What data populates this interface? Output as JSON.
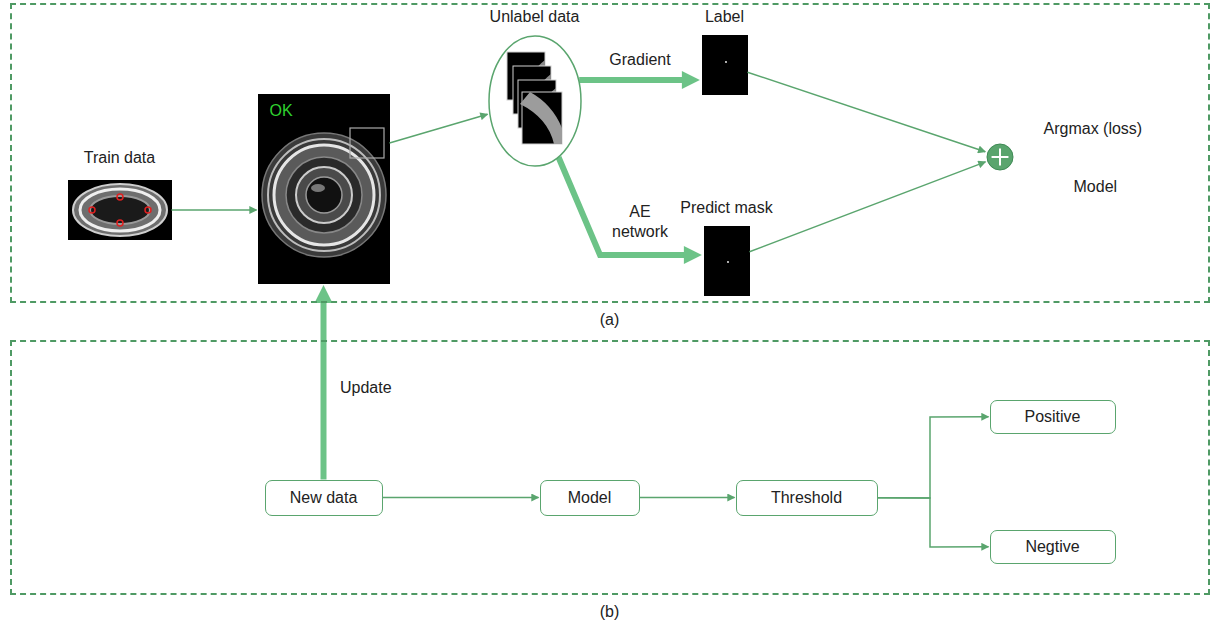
{
  "diagram": {
    "nodes": [
      {
        "text": [
          "(a)"
        ]
      },
      {
        "text": [
          "Train data"
        ],
        "in": 0
      },
      {
        "text": [
          "OK"
        ],
        "in": 0
      },
      {
        "text": [
          "Unlabel data"
        ],
        "in": 0
      },
      {
        "text": [
          "Label"
        ],
        "in": 0
      },
      {
        "text": [
          "Predict mask"
        ],
        "in": 0
      },
      {
        "text": [
          "Argmax (loss)",
          "Model"
        ],
        "in": 0
      },
      {
        "text": [
          "(b)"
        ]
      },
      {
        "text": [
          "New data"
        ],
        "in": 7
      },
      {
        "text": [
          "Model"
        ],
        "in": 7
      },
      {
        "text": [
          "Threshold"
        ],
        "in": 7
      },
      {
        "text": [
          "Positive"
        ],
        "in": 7
      },
      {
        "text": [
          "Negtive"
        ],
        "in": 7
      }
    ],
    "edges": [
      {
        "from": 1,
        "to": 2,
        "arrow": "to"
      },
      {
        "from": 2,
        "to": 3,
        "arrow": "to"
      },
      {
        "from": 3,
        "to": 4,
        "label": "Gradient",
        "arrow": "to"
      },
      {
        "from": 3,
        "to": 5,
        "label": "AE network",
        "arrow": "to"
      },
      {
        "from": 4,
        "to": 6,
        "arrow": "to"
      },
      {
        "from": 5,
        "to": 6,
        "arrow": "to"
      },
      {
        "from": 8,
        "to": 9,
        "arrow": "to"
      },
      {
        "from": 9,
        "to": 10,
        "arrow": "to"
      },
      {
        "from": 10,
        "to": 11,
        "arrow": "to"
      },
      {
        "from": 10,
        "to": 12,
        "arrow": "to"
      },
      {
        "from": 8,
        "to": 2,
        "label": "Update",
        "arrow": "to"
      }
    ]
  }
}
